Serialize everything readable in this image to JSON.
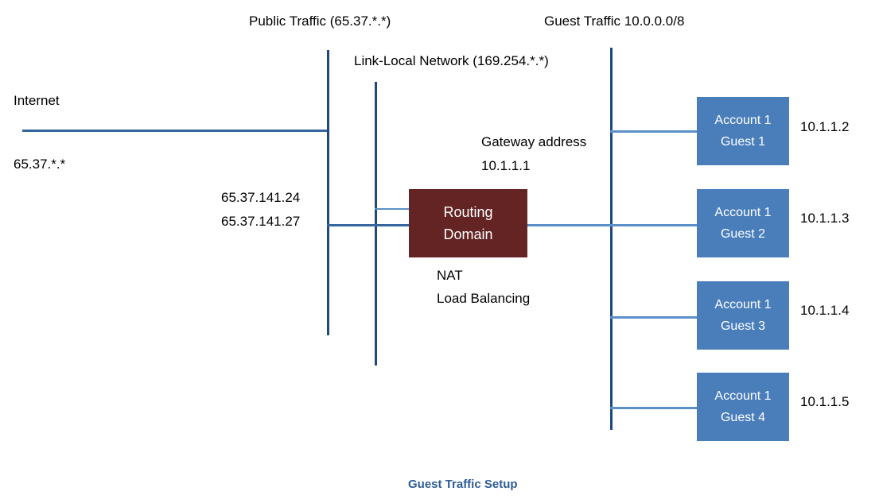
{
  "title": "Guest Traffic Setup",
  "caption": "Guest Traffic Setup",
  "labels": {
    "public_traffic": "Public Traffic (65.37.*.*)",
    "link_local": "Link-Local Network (169.254.*.*)",
    "guest_traffic": "Guest Traffic 10.0.0.0/8",
    "internet": "Internet",
    "internet_range": "65.37.*.*",
    "public_ip_1": "65.37.141.24",
    "public_ip_2": "65.37.141.27",
    "gateway_line1": "Gateway address",
    "gateway_line2": "10.1.1.1",
    "nat": "NAT",
    "load_balancing": "Load Balancing"
  },
  "router": {
    "line1": "Routing",
    "line2": "Domain"
  },
  "guests": [
    {
      "line1": "Account 1",
      "line2": "Guest 1",
      "ip": "10.1.1.2"
    },
    {
      "line1": "Account 1",
      "line2": "Guest 2",
      "ip": "10.1.1.3"
    },
    {
      "line1": "Account 1",
      "line2": "Guest 3",
      "ip": "10.1.1.4"
    },
    {
      "line1": "Account 1",
      "line2": "Guest 4",
      "ip": "10.1.1.5"
    }
  ],
  "colors": {
    "guest_box": "#4A7EBB",
    "router_box": "#632423",
    "trunk_line": "#1F497D",
    "branch_line": "#5B8FC9",
    "caption": "#2E5C99"
  }
}
